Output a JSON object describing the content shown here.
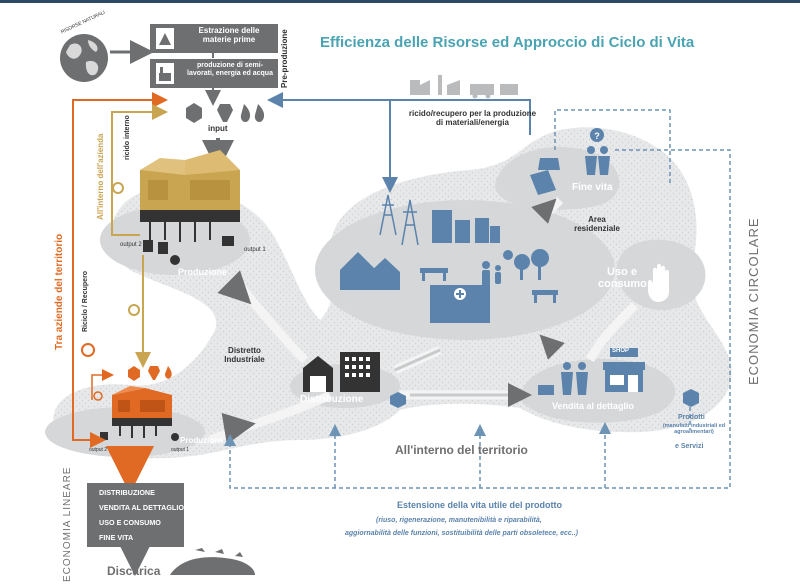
{
  "title": "Efficienza delle Risorse ed Approccio di Ciclo di Vita",
  "colors": {
    "title": "#4aa3b3",
    "blue": "#5b83ac",
    "orange": "#e06a23",
    "gold": "#c9a552",
    "gray_box": "#6e6f71",
    "blob": "#e4e5e6",
    "dash": "#6d93b5"
  },
  "globe_label": "RISORSE NATURALI",
  "pre_production": {
    "label": "Pre-produzione",
    "box1": "Estrazione delle materie prime",
    "box2": "produzione di semi-lavorati, energia ed acqua"
  },
  "input_label": "input",
  "ricido_label": "ricido/recupero per la produzione di materiali/energia",
  "ricido_interno": "ricido interno",
  "all_interno_azienda": "All'interno dell'azienda",
  "tra_aziende": "Tra aziende del territorio",
  "riciclo_recupero": "Riciclo / Recupero",
  "output2": "output 2",
  "output1": "output 1",
  "produzione": "Produzione",
  "distretto": "Distretto Industriale",
  "distribuzione": "Distribuzione",
  "fine_vita": "Fine vita",
  "area_residenziale": "Area residenziale",
  "uso_consumo": "Uso e consumo",
  "vendita": "Vendita al dettaglio",
  "shop": "SHOP",
  "prodotti": "Prodotti",
  "prodotti_sub": "(manufatti industriali ed agroalimentari)",
  "servizi": "e Servizi",
  "all_interno_territorio": "All'interno del territorio",
  "economia_circolare": "ECONOMIA CIRCOLARE",
  "economia_lineare": "ECONOMIA LINEARE",
  "estensione_title": "Estensione della vita utile del prodotto",
  "estensione_sub1": "(riuso, rigenerazione, manutenibilità e riparabilità,",
  "estensione_sub2": "aggiornabilità delle funzioni, sostituibilità delle parti obsoletece, ecc..)",
  "linear_list": [
    "DISTRIBUZIONE",
    "VENDITA AL DETTAGLIO",
    "USO E CONSUMO",
    "FINE VITA"
  ],
  "discarica": "Discarica"
}
